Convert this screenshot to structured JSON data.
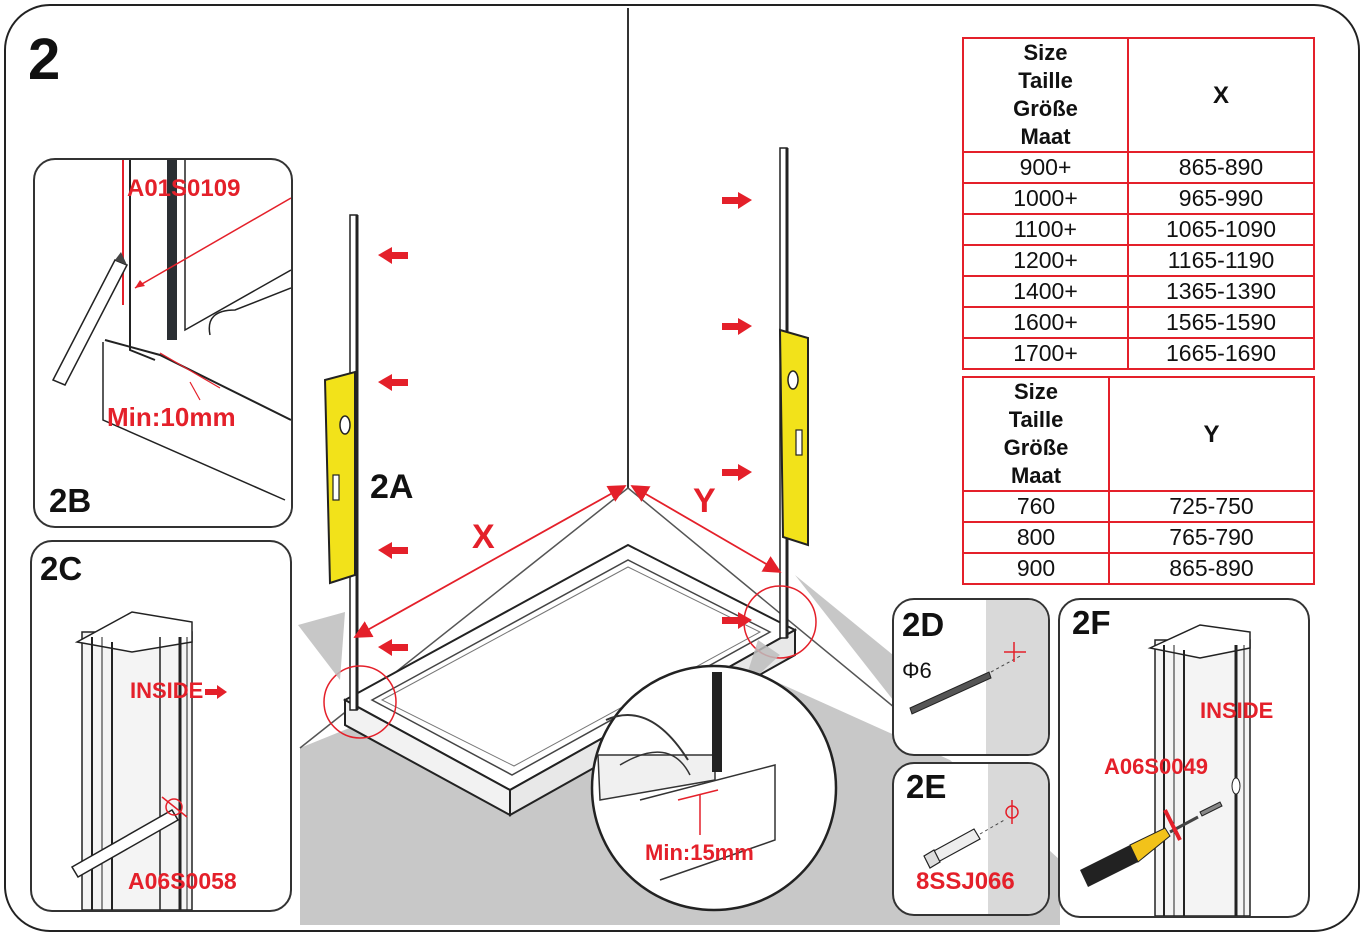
{
  "step_number": "2",
  "step_labels": {
    "main": "2A",
    "detail_b": "2B",
    "detail_c": "2C",
    "detail_d": "2D",
    "detail_e": "2E",
    "detail_f": "2F"
  },
  "dimensions": {
    "x": "X",
    "y": "Y"
  },
  "callouts": {
    "profile_part": "A01S0109",
    "min_10": "Min:10mm",
    "min_15": "Min:15mm",
    "inside_c": "INSIDE",
    "screw_part_c": "A06S0058",
    "drill": "Φ6",
    "plug_part": "8SSJ066",
    "inside_f": "INSIDE",
    "screw_part_f": "A06S0049"
  },
  "table_x": {
    "header_size": [
      "Size",
      "Taille",
      "Größe",
      "Maat"
    ],
    "header_value": "X",
    "rows": [
      {
        "size": "900+",
        "value": "865-890"
      },
      {
        "size": "1000+",
        "value": "965-990"
      },
      {
        "size": "1100+",
        "value": "1065-1090"
      },
      {
        "size": "1200+",
        "value": "1165-1190"
      },
      {
        "size": "1400+",
        "value": "1365-1390"
      },
      {
        "size": "1600+",
        "value": "1565-1590"
      },
      {
        "size": "1700+",
        "value": "1665-1690"
      }
    ]
  },
  "table_y": {
    "header_size": [
      "Size",
      "Taille",
      "Größe",
      "Maat"
    ],
    "header_value": "Y",
    "rows": [
      {
        "size": "760",
        "value": "725-750"
      },
      {
        "size": "800",
        "value": "765-790"
      },
      {
        "size": "900",
        "value": "865-890"
      }
    ]
  },
  "colors": {
    "accent_red": "#e4202a",
    "level_yellow": "#f2e21a",
    "floor_gray": "#c8c8c8",
    "outline": "#222222"
  }
}
